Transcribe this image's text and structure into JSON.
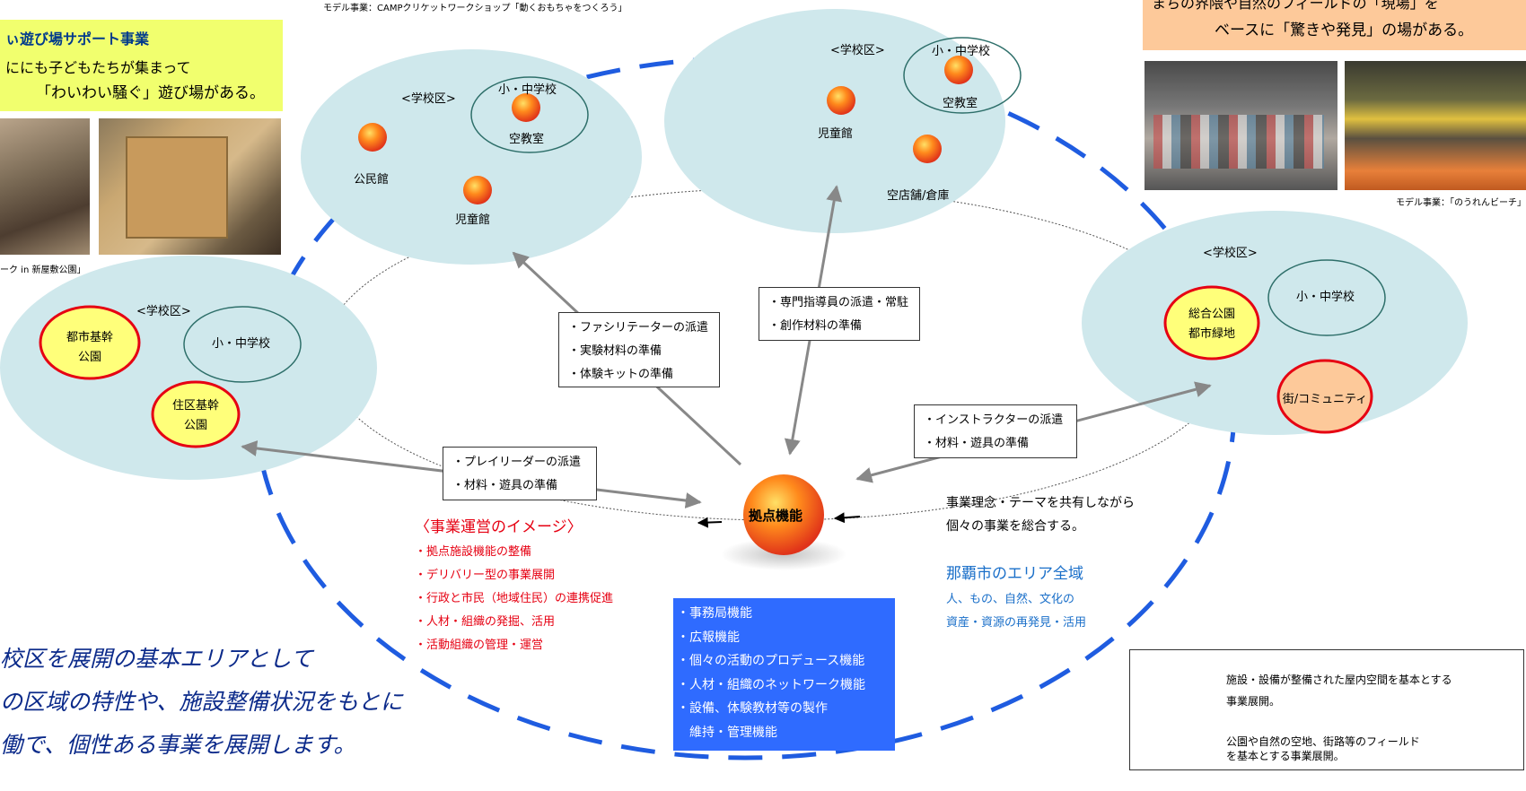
{
  "top_caption": "モデル事業：CAMPクリケットワークショップ「動くおもちゃをつくろう」",
  "left_banner": {
    "line1": "ぃ遊び場サポート事業",
    "line2": "ににも子どもたちが集まって",
    "line3": "「わいわい騒ぐ」遊び場がある。"
  },
  "left_photo_caption": "ーク in 新屋敷公園」",
  "right_banner": {
    "line1": "まちの界隈や自然のフィールドの「現場」を",
    "line2": "ベースに「驚きや発見」の場がある。"
  },
  "right_photo_caption": "モデル事業：「のうれんビーチ」",
  "district_label": "<学校区>",
  "school_label": "小・中学校",
  "nodes": {
    "empty_class": "空教室",
    "kominkan": "公民館",
    "jidokan": "児童館",
    "shop": "空店舗/倉庫",
    "toshi_park": "都市基幹\n公園",
    "juku_park": "住区基幹\n公園",
    "sogo_park": "総合公園\n都市緑地",
    "machi": "街/コミュニティ"
  },
  "box_facilitator": [
    "・ファシリテーターの派遣",
    "・実験材料の準備",
    "・体験キットの準備"
  ],
  "box_expert": [
    "・専門指導員の派遣・常駐",
    "・創作材料の準備"
  ],
  "box_instructor": [
    "・インストラクターの派遣",
    "・材料・遊具の準備"
  ],
  "box_player": [
    "・プレイリーダーの派遣",
    "・材料・遊具の準備"
  ],
  "hub": "拠点機能",
  "share_text": [
    "事業理念・テーマを共有しながら",
    "個々の事業を総合する。"
  ],
  "operation": {
    "title": "〈事業運営のイメージ〉",
    "items": [
      "・拠点施設機能の整備",
      "・デリバリー型の事業展開",
      "・行政と市民（地域住民）の連携促進",
      "・人材・組織の発掘、活用",
      "・活動組織の管理・運営"
    ]
  },
  "area": {
    "title": "那覇市のエリア全域",
    "line1": "人、もの、自然、文化の",
    "line2": "資産・資源の再発見・活用"
  },
  "office_box": [
    "・事務局機能",
    "・広報機能",
    "・個々の活動のプロデュース機能",
    "・人材・組織のネットワーク機能",
    "・設備、体験教材等の製作",
    "　維持・管理機能"
  ],
  "bottom_text": [
    "校区を展開の基本エリアとして",
    "の区域の特性や、施設整備状況をもとに",
    "働で、個性ある事業を展開します。"
  ],
  "legend": {
    "item1_line1": "施設・設備が整備された屋内空間を基本とする",
    "item1_line2": "事業展開。",
    "item2_line1": "公園や自然の空地、街路等のフィールド",
    "item2_line2": "を基本とする事業展開。"
  },
  "colors": {
    "district_fill": "#cfe8ec",
    "dash_blue": "#1f5ce0",
    "office_blue": "#2f6bff",
    "banner_yellow": "#f1ff6e",
    "banner_orange": "#fdc99a",
    "red_text": "#e60012",
    "area_blue": "#1a6fc9"
  }
}
